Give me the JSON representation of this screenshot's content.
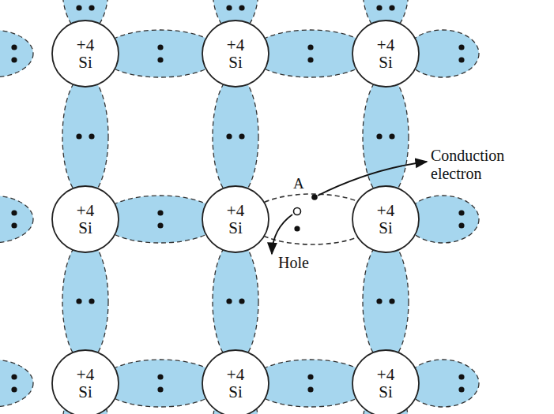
{
  "diagram": {
    "nodes": [
      {
        "text": [
          "+4",
          "Si"
        ]
      },
      {
        "text": [
          "+4",
          "Si"
        ]
      },
      {
        "text": [
          "+4",
          "Si"
        ]
      },
      {
        "text": [
          "+4",
          "Si"
        ]
      },
      {
        "text": [
          "+4",
          "Si"
        ]
      },
      {
        "text": [
          "+4",
          "Si"
        ]
      },
      {
        "text": [
          "+4",
          "Si"
        ]
      },
      {
        "text": [
          "+4",
          "Si"
        ]
      },
      {
        "text": [
          "+4",
          "Si"
        ]
      }
    ],
    "labels": [
      "A",
      "Conduction electron",
      "Hole"
    ]
  }
}
